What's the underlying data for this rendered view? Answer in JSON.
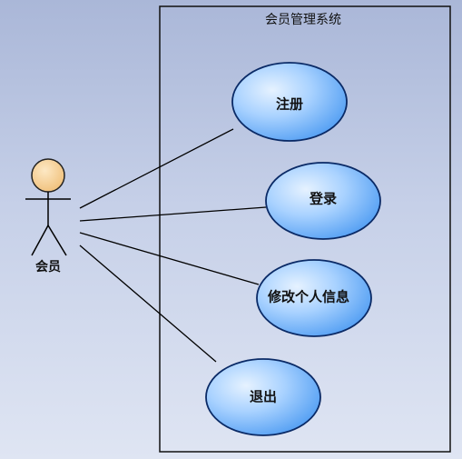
{
  "system": {
    "title": "会员管理系统"
  },
  "actor": {
    "label": "会员"
  },
  "use_cases": [
    {
      "id": "register",
      "label": "注册"
    },
    {
      "id": "login",
      "label": "登录"
    },
    {
      "id": "edit-profile",
      "label": "修改个人信息"
    },
    {
      "id": "logout",
      "label": "退出"
    }
  ],
  "colors": {
    "usecase_fill_light": "#e6f2ff",
    "usecase_fill_dark": "#4d9bf2",
    "usecase_stroke": "#0a2a66",
    "actor_head": "#f5cd8c",
    "line": "#000000"
  }
}
